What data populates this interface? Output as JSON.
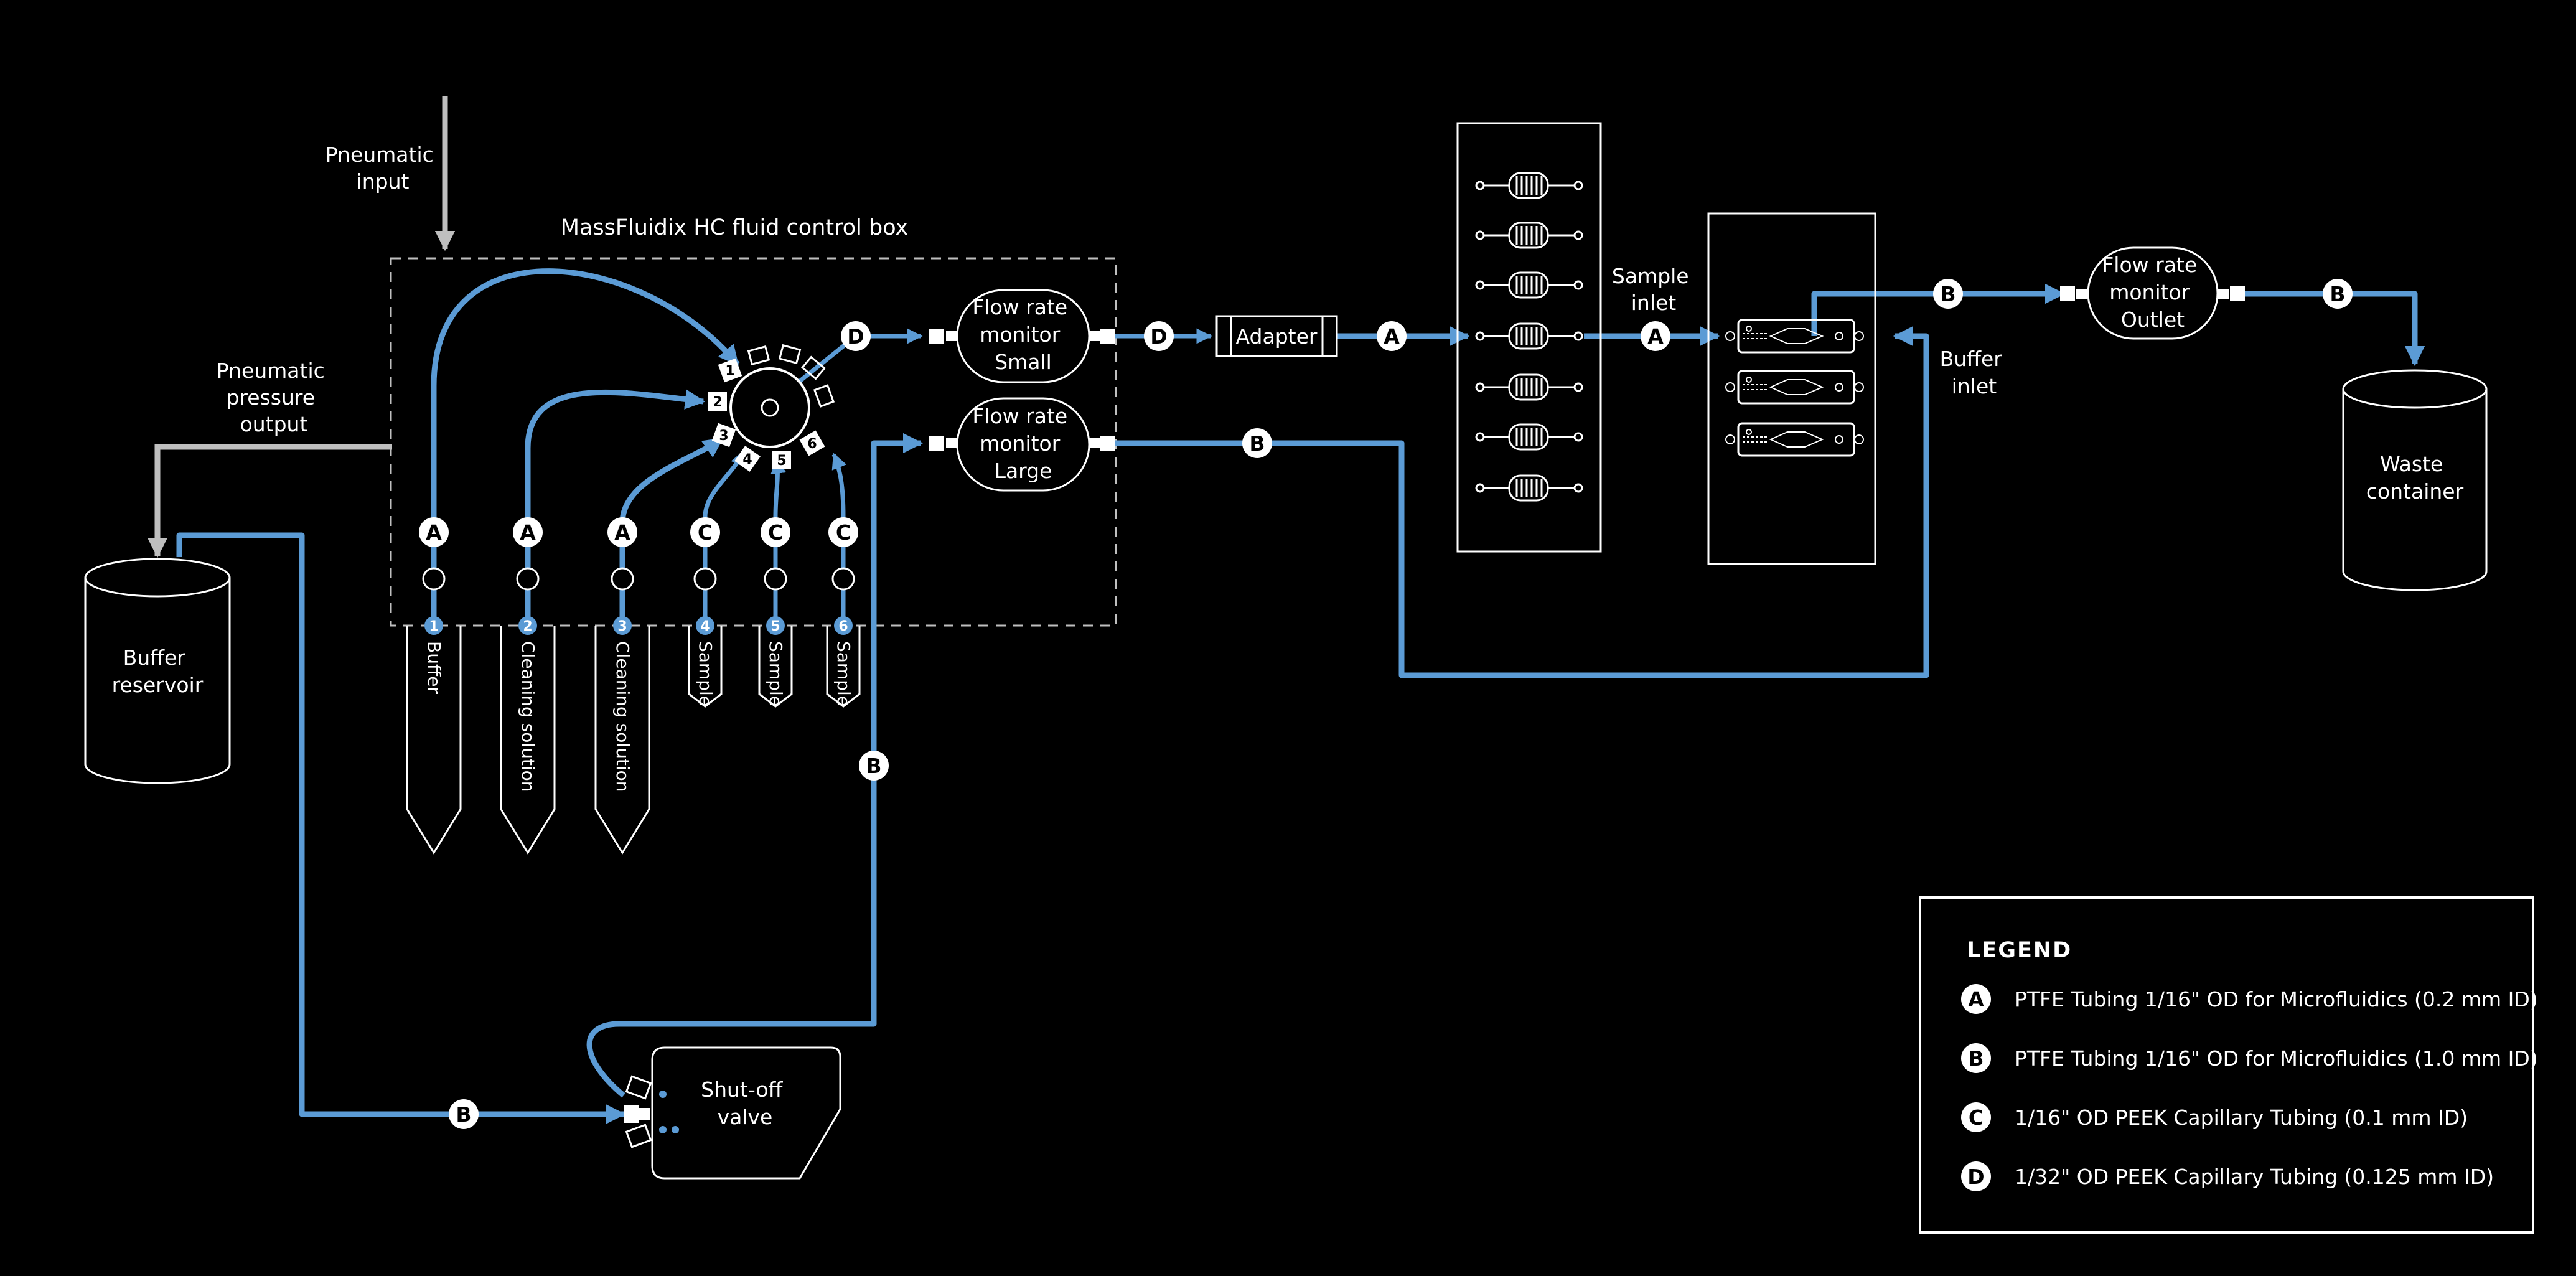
{
  "labels": {
    "pneumatic_input": [
      "Pneumatic",
      "input"
    ],
    "pneumatic_pressure_output": [
      "Pneumatic",
      "pressure",
      "output"
    ],
    "control_box_title": "MassFluidix HC fluid control box",
    "buffer_reservoir": [
      "Buffer",
      "reservoir"
    ],
    "flow_monitor_small": [
      "Flow rate",
      "monitor",
      "Small"
    ],
    "flow_monitor_large": [
      "Flow rate",
      "monitor",
      "Large"
    ],
    "flow_monitor_outlet": [
      "Flow rate",
      "monitor",
      "Outlet"
    ],
    "adapter": "Adapter",
    "sample_inlet": [
      "Sample",
      "inlet"
    ],
    "buffer_inlet": [
      "Buffer",
      "inlet"
    ],
    "waste_container": [
      "Waste",
      "container"
    ],
    "shutoff_valve": [
      "Shut-off",
      "valve"
    ]
  },
  "valve_ports": [
    "1",
    "2",
    "3",
    "4",
    "5",
    "6"
  ],
  "bottles": [
    {
      "port": "1",
      "label": "Buffer",
      "tubing": "A"
    },
    {
      "port": "2",
      "label": "Cleaning solution",
      "tubing": "A"
    },
    {
      "port": "3",
      "label": "Cleaning solution",
      "tubing": "A"
    },
    {
      "port": "4",
      "label": "Sample",
      "tubing": "C"
    },
    {
      "port": "5",
      "label": "Sample",
      "tubing": "C"
    },
    {
      "port": "6",
      "label": "Sample",
      "tubing": "C"
    }
  ],
  "tubing_badges": {
    "valve_to_small": "D",
    "small_to_adapter": "D",
    "adapter_to_array": "A",
    "array_to_chip": "A",
    "large_to_chip": "B",
    "chip_to_outlet": "B",
    "outlet_to_waste": "B",
    "valve_to_large": "B",
    "reservoir_to_valve": "B"
  },
  "legend": {
    "title": "LEGEND",
    "items": [
      {
        "key": "A",
        "text": "PTFE Tubing 1/16\" OD for Microfluidics (0.2 mm ID)"
      },
      {
        "key": "B",
        "text": "PTFE Tubing 1/16\" OD for Microfluidics (1.0 mm ID)"
      },
      {
        "key": "C",
        "text": "1/16\" OD PEEK Capillary Tubing (0.1 mm ID)"
      },
      {
        "key": "D",
        "text": "1/32\" OD PEEK Capillary Tubing (0.125 mm ID)"
      }
    ]
  },
  "colors": {
    "tubing": "#5b9bd5",
    "pneumatic": "#bfbfbf",
    "outline": "#ffffff",
    "background": "#000000"
  }
}
